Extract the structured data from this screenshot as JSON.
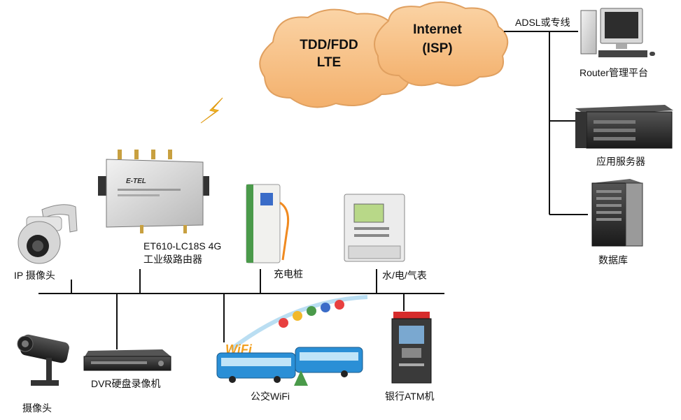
{
  "network": {
    "cloud_lte_line1": "TDD/FDD",
    "cloud_lte_line2": "LTE",
    "cloud_internet_line1": "Internet",
    "cloud_internet_line2": "(ISP)",
    "link_label": "ADSL或专线"
  },
  "backend": {
    "router_platform": "Router管理平台",
    "app_server": "应用服务器",
    "database": "数据库"
  },
  "router": {
    "name_line1": "ET610-LC18S 4G",
    "name_line2": "工业级路由器",
    "brand": "E-TEL"
  },
  "devices": {
    "ip_camera": "IP 摄像头",
    "charging_pile": "充电桩",
    "meter": "水/电/气表",
    "camera": "摄像头",
    "dvr": "DVR硬盘录像机",
    "bus_wifi": "公交WiFi",
    "wifi_logo": "WiFi",
    "atm": "银行ATM机"
  },
  "colors": {
    "cloud_fill": "#f7c28a",
    "cloud_stroke": "#e0a060",
    "line": "#111111",
    "lightning": "#f2b92b",
    "bus": "#2a8fd6",
    "atm_red": "#d62b2b"
  }
}
